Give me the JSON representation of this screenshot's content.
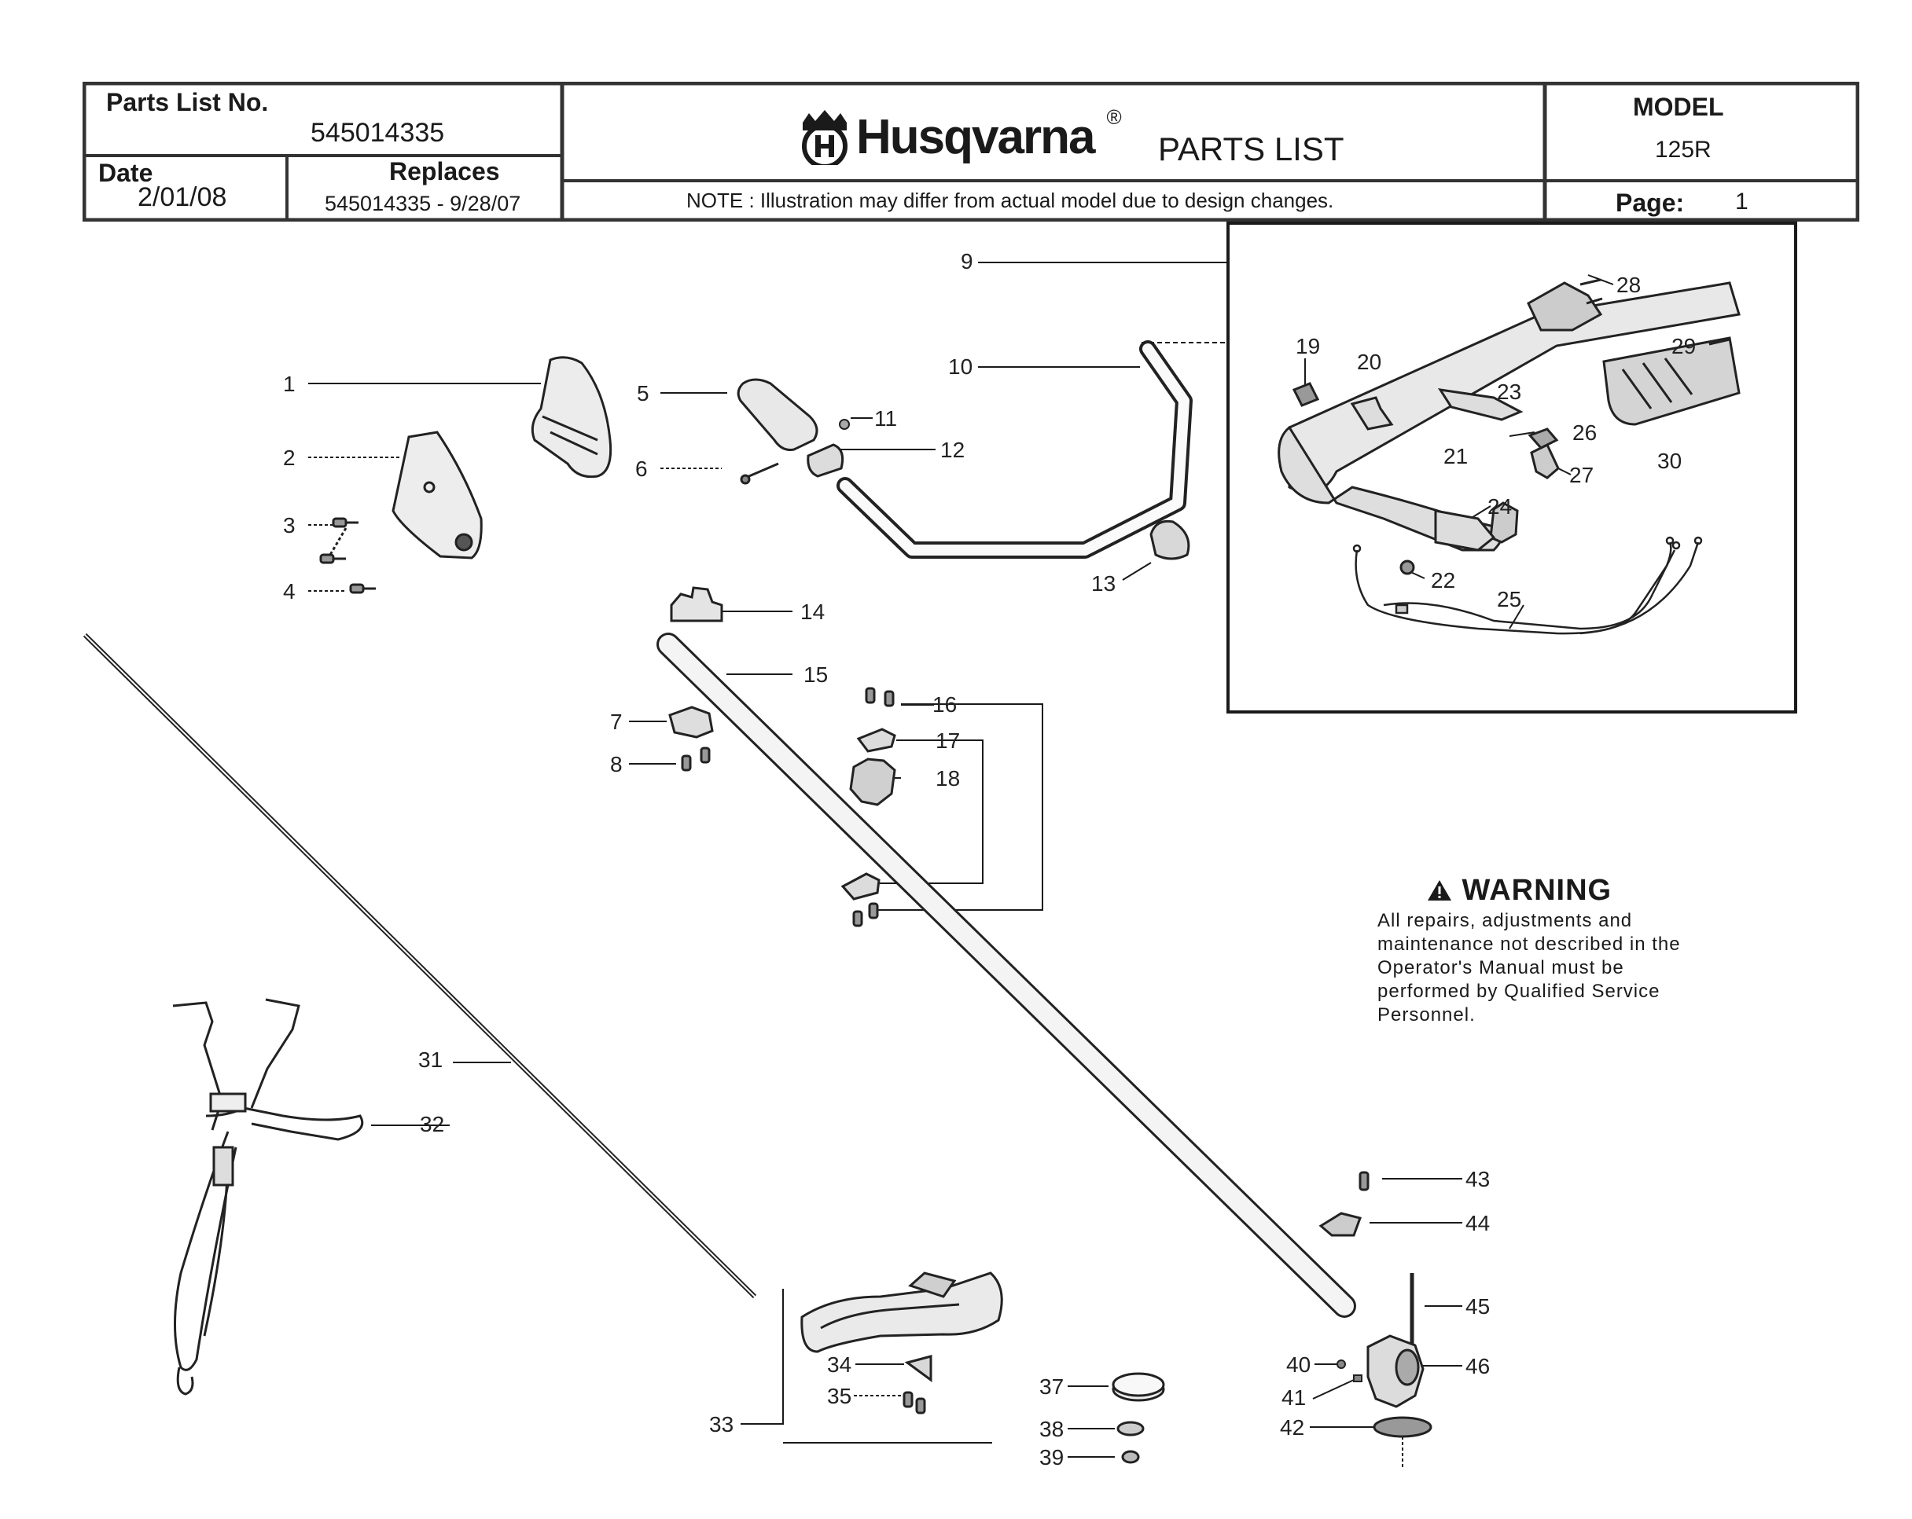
{
  "header": {
    "parts_list_no_label": "Parts List No.",
    "parts_list_no": "545014335",
    "date_label": "Date",
    "date": "2/01/08",
    "replaces_label": "Replaces",
    "replaces": "545014335 - 9/28/07",
    "brand": "Husqvarna",
    "registered_mark": "®",
    "title": "PARTS LIST",
    "note": "NOTE : Illustration may differ from actual model due to design changes.",
    "model_label": "MODEL",
    "model": "125R",
    "page_label": "Page:",
    "page": "1"
  },
  "callouts": [
    "1",
    "2",
    "3",
    "4",
    "5",
    "6",
    "7",
    "8",
    "9",
    "10",
    "11",
    "12",
    "13",
    "14",
    "15",
    "16",
    "17",
    "18",
    "19",
    "20",
    "21",
    "22",
    "23",
    "24",
    "25",
    "26",
    "27",
    "28",
    "29",
    "30",
    "31",
    "32",
    "33",
    "34",
    "35",
    "37",
    "38",
    "39",
    "40",
    "41",
    "42",
    "43",
    "44",
    "45",
    "46"
  ],
  "warning": {
    "title": "WARNING",
    "body": "All repairs, adjustments and maintenance not described in the Operator's Manual must be performed by Qualified Service Personnel."
  },
  "colors": {
    "ink": "#1a1a1a",
    "border": "#333333",
    "part_fill": "#e6e6e6",
    "part_dark": "#555555"
  }
}
